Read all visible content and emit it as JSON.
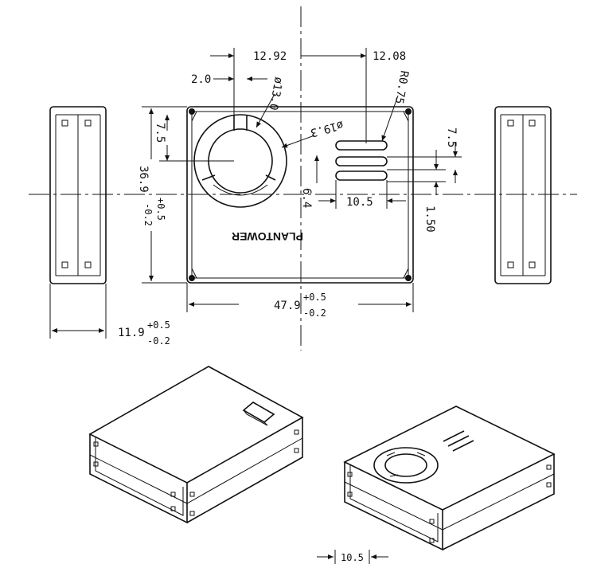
{
  "drawing": {
    "brand": "PLANTOWER",
    "dims": {
      "fan_offset": "12.92",
      "slot_offset": "12.08",
      "gap": "2.0",
      "inner_dia": "ø13.0",
      "outer_dia": "ø19.3",
      "radius": "R0.75",
      "left_vert": "7.5",
      "right_vert": "7.5",
      "height": "36.9",
      "height_tol_plus": "+0.5",
      "height_tol_minus": "-0.2",
      "slot_spacing": "6.4",
      "slot_len": "10.5",
      "slot_pitch": "1.50",
      "width": "47.9",
      "width_tol_plus": "+0.5",
      "width_tol_minus": "-0.2",
      "depth": "11.9",
      "depth_tol_plus": "+0.5",
      "depth_tol_minus": "-0.2",
      "bottom_len": "10.5"
    }
  }
}
